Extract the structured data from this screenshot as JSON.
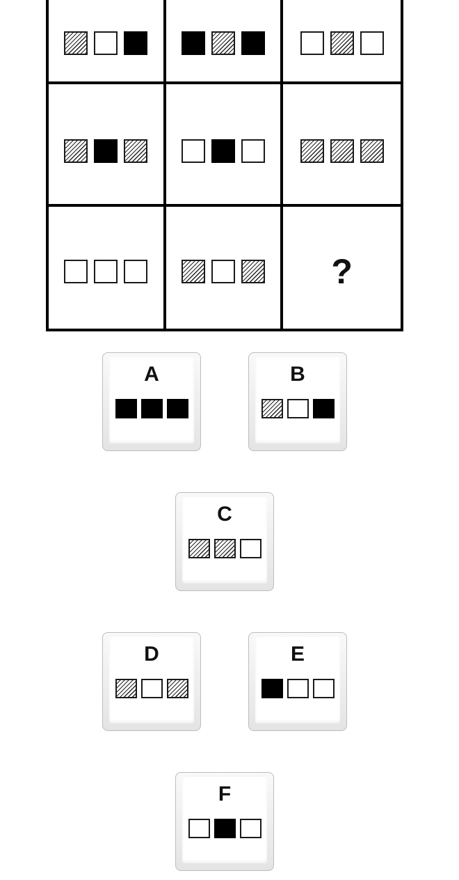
{
  "puzzle": {
    "cells": [
      [
        "hatched",
        "white",
        "black"
      ],
      [
        "black",
        "hatched",
        "black"
      ],
      [
        "white",
        "hatched",
        "white"
      ],
      [
        "hatched",
        "black",
        "hatched"
      ],
      [
        "white",
        "black",
        "white"
      ],
      [
        "hatched",
        "hatched",
        "hatched"
      ],
      [
        "white",
        "white",
        "white"
      ],
      [
        "hatched",
        "white",
        "hatched"
      ],
      null
    ],
    "missing_symbol": "?"
  },
  "options": [
    {
      "letter": "A",
      "squares": [
        "black",
        "black",
        "black"
      ]
    },
    {
      "letter": "B",
      "squares": [
        "hatched",
        "white",
        "black"
      ]
    },
    {
      "letter": "C",
      "squares": [
        "hatched",
        "hatched",
        "white"
      ]
    },
    {
      "letter": "D",
      "squares": [
        "hatched",
        "white",
        "hatched"
      ]
    },
    {
      "letter": "E",
      "squares": [
        "black",
        "white",
        "white"
      ]
    },
    {
      "letter": "F",
      "squares": [
        "white",
        "black",
        "white"
      ]
    }
  ]
}
